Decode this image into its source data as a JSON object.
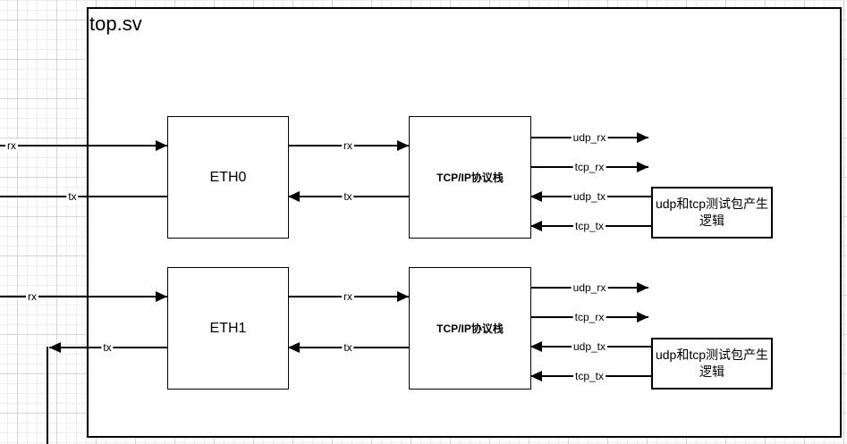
{
  "diagram": {
    "title": "top.sv",
    "groups": [
      {
        "eth": "ETH0",
        "stack": "TCP/IP协议栈",
        "testgen": "udp和tcp测试包产生\n逻辑",
        "wires": {
          "rx_in": "rx",
          "tx_out": "tx",
          "rx_mid": "rx",
          "tx_mid": "tx",
          "udp_rx": "udp_rx",
          "tcp_rx": "tcp_rx",
          "udp_tx": "udp_tx",
          "tcp_tx": "tcp_tx"
        }
      },
      {
        "eth": "ETH1",
        "stack": "TCP/IP协议栈",
        "testgen": "udp和tcp测试包产生\n逻辑",
        "wires": {
          "rx_in": "rx",
          "tx_out": "tx",
          "rx_mid": "rx",
          "tx_mid": "tx",
          "udp_rx": "udp_rx",
          "tcp_rx": "tcp_rx",
          "udp_tx": "udp_tx",
          "tcp_tx": "tcp_tx"
        }
      }
    ]
  },
  "colors": {
    "stroke": "#000000",
    "shape_fill": "#ffffff",
    "canvas_bg": "#ffffff",
    "grid_minor": "#ededed",
    "grid_major": "#d4d4d4",
    "text": "#000000"
  }
}
